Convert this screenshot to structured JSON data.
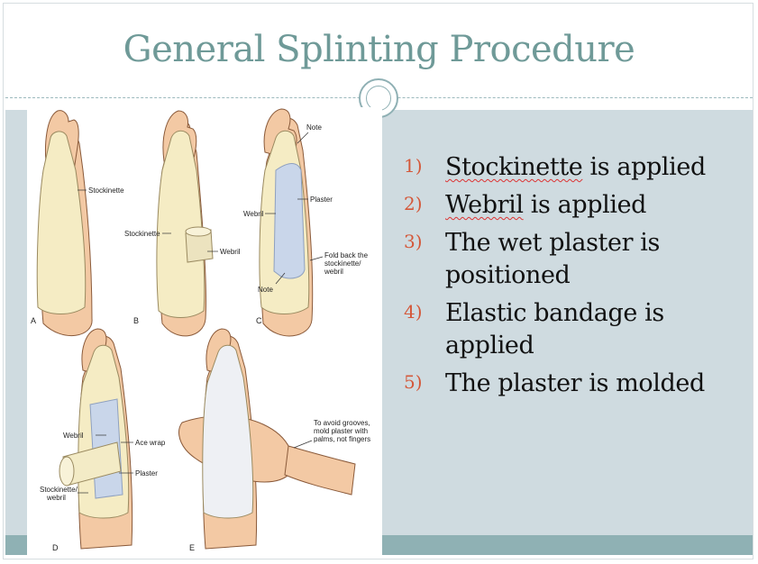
{
  "slide": {
    "title": "General Splinting Procedure"
  },
  "figure": {
    "panels": [
      "A",
      "B",
      "C",
      "D",
      "E"
    ],
    "labels": {
      "a_stockinette": "Stockinette",
      "b_stockinette": "Stockinette",
      "b_webril": "Webril",
      "c_note_top": "Note",
      "c_plaster": "Plaster",
      "c_webril": "Webril",
      "c_fold_1": "Fold back the",
      "c_fold_2": "stockinette/",
      "c_fold_3": "webril",
      "c_note_bottom": "Note",
      "d_webril": "Webril",
      "d_ace": "Ace wrap",
      "d_plaster": "Plaster",
      "d_stock_1": "Stockinette/",
      "d_stock_2": "webril",
      "e_avoid_1": "To avoid grooves,",
      "e_avoid_2": "mold plaster with",
      "e_avoid_3": "palms, not fingers"
    }
  },
  "steps": [
    {
      "num": "1)",
      "pre": "",
      "mark": "Stockinette",
      "post": " is applied"
    },
    {
      "num": "2)",
      "pre": "",
      "mark": "Webril",
      "post": " is applied"
    },
    {
      "num": "3)",
      "pre": "The wet plaster is positioned",
      "mark": "",
      "post": ""
    },
    {
      "num": "4)",
      "pre": "Elastic bandage is applied",
      "mark": "",
      "post": ""
    },
    {
      "num": "5)",
      "pre": "The plaster is molded",
      "mark": "",
      "post": ""
    }
  ],
  "colors": {
    "title": "#6f9a98",
    "content_bg": "#cfdbe0",
    "bottom_bar": "#8fb1b4",
    "number": "#d4583a",
    "skin": "#f3c9a4",
    "stockinette": "#f5ecc4",
    "plaster": "#c9d6ea"
  }
}
